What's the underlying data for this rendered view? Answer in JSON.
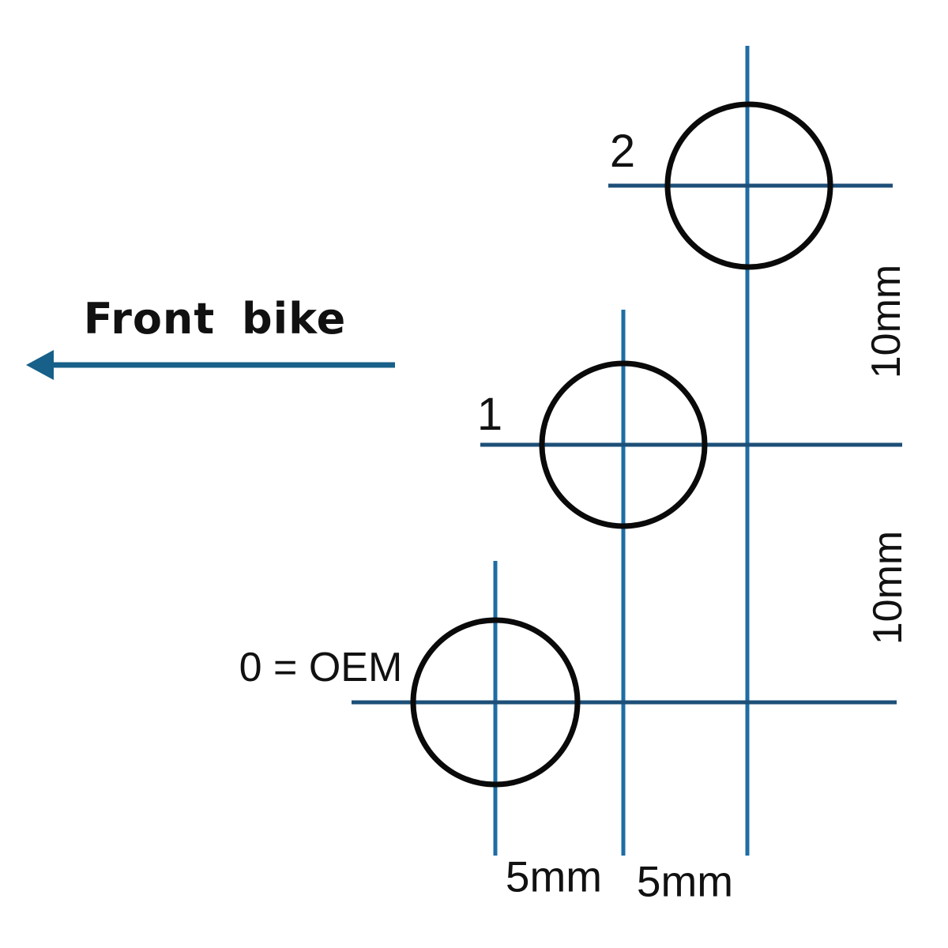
{
  "diagram": {
    "title": "Front bike",
    "positions": [
      {
        "id": "0",
        "label": "0 = OEM"
      },
      {
        "id": "1",
        "label": "1"
      },
      {
        "id": "2",
        "label": "2"
      }
    ],
    "offsets": {
      "x_first": "5mm",
      "x_second": "5mm",
      "y_upper": "10mm",
      "y_lower": "10mm"
    },
    "colors": {
      "vertical_line": "#1e6da5",
      "horizontal_line": "#1d4f78",
      "arrow": "#176089",
      "circle_stroke": "#0a0a0a",
      "text": "#111111",
      "background": "#ffffff"
    }
  }
}
